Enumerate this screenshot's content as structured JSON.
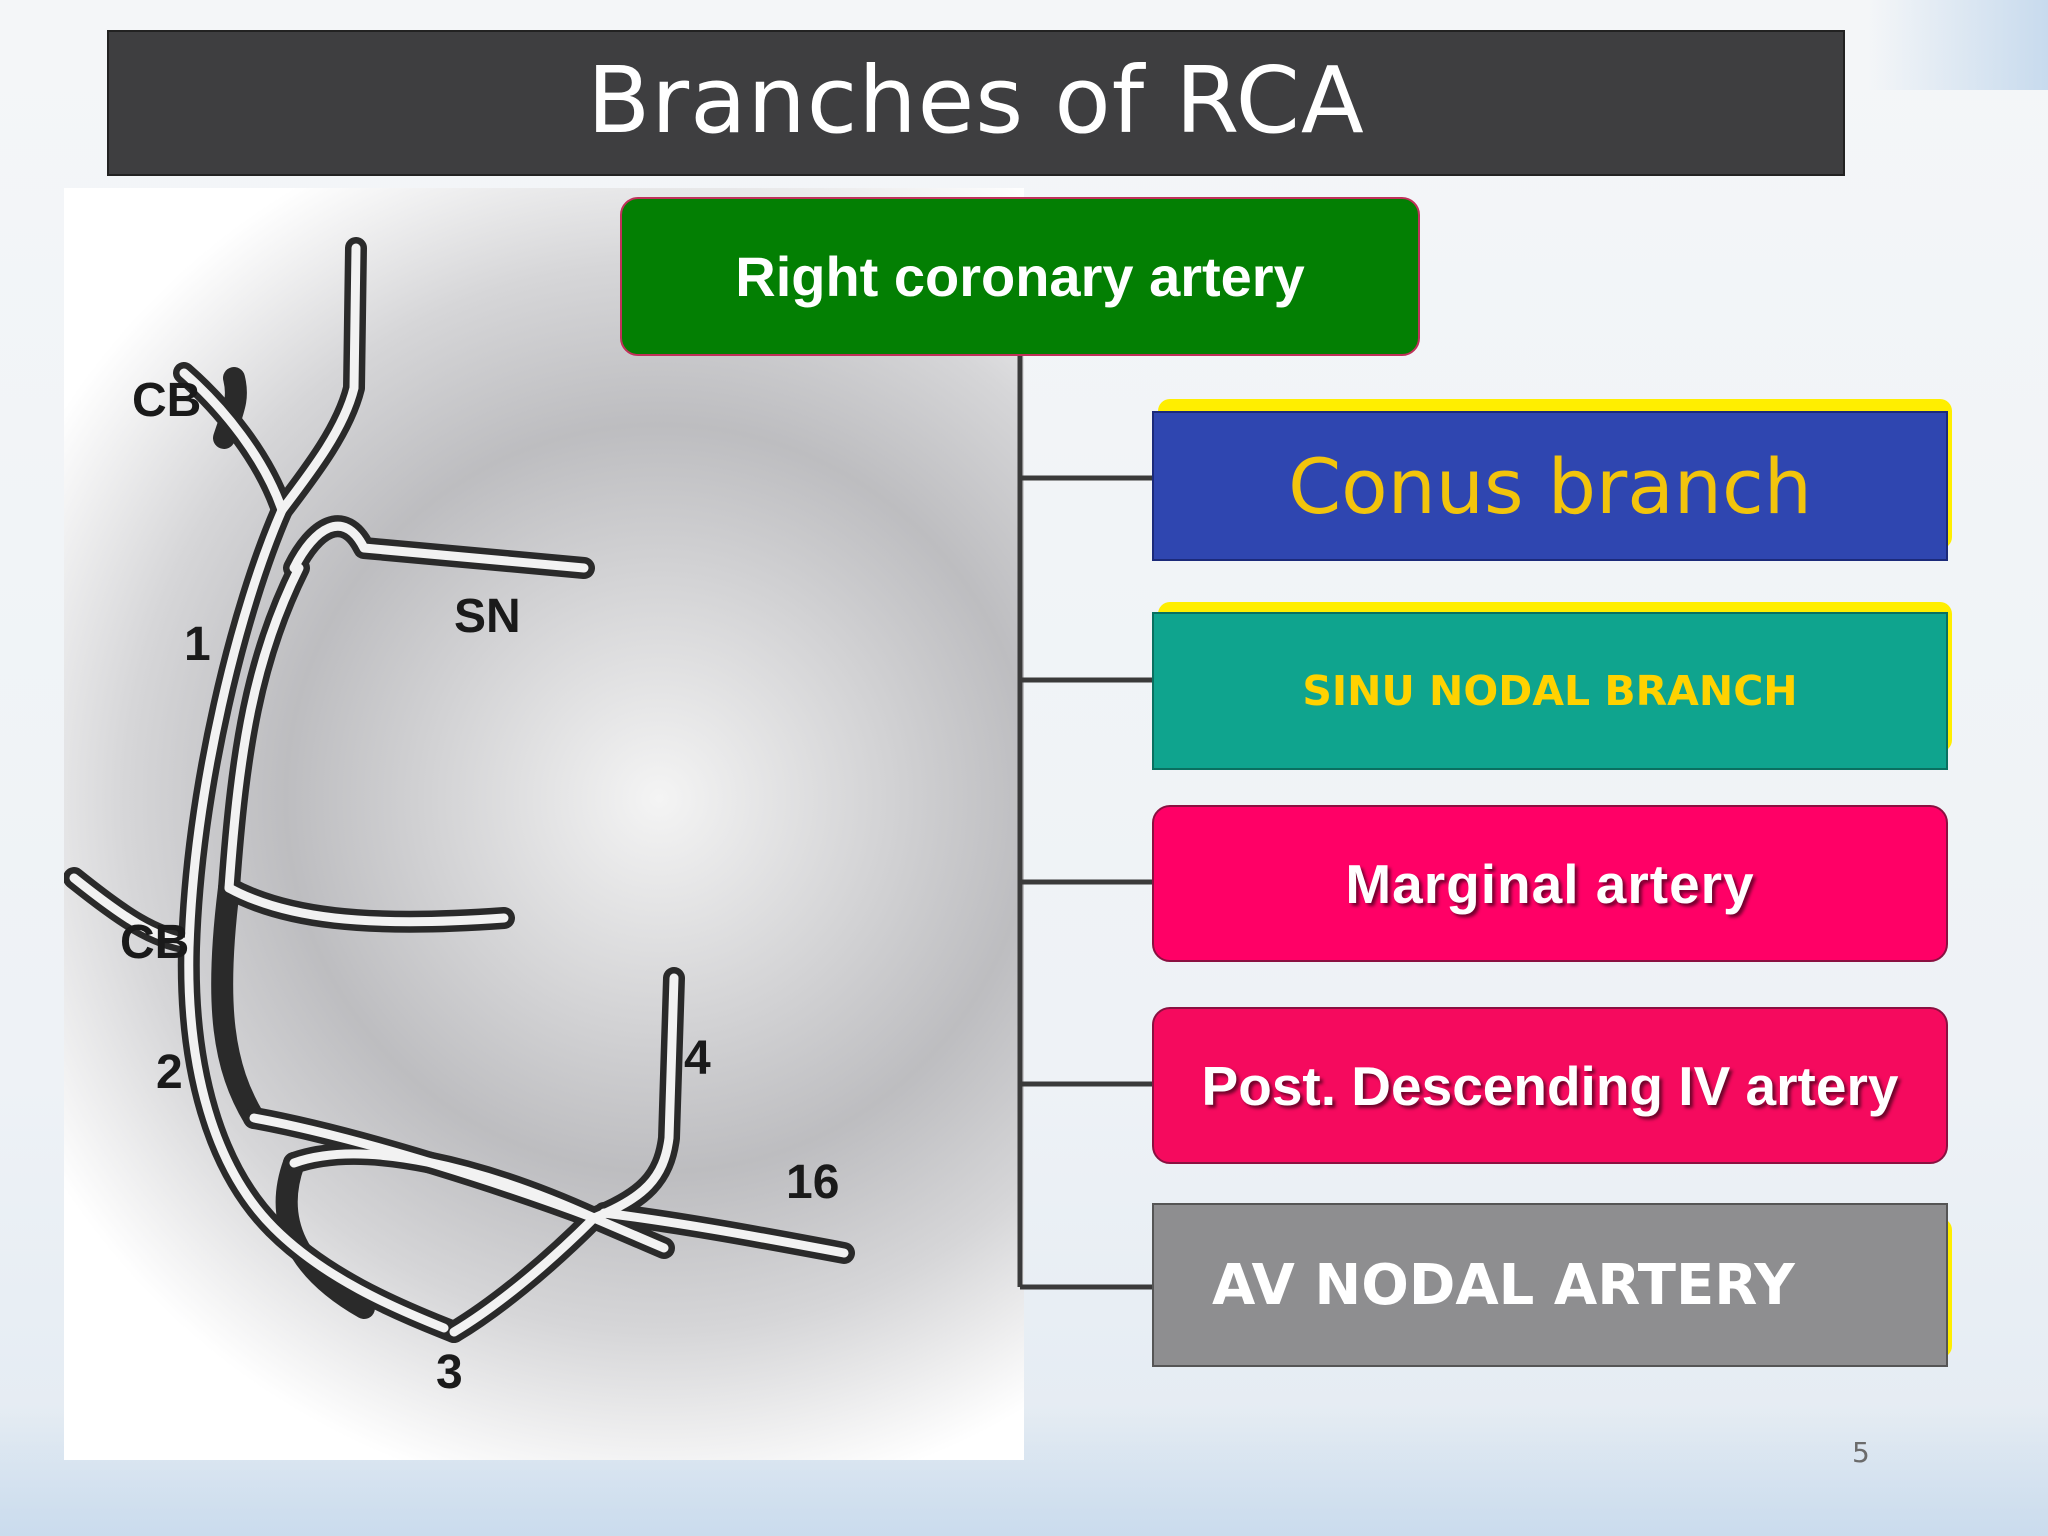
{
  "slide": {
    "title": "Branches of RCA",
    "page_number": "5"
  },
  "diagram": {
    "root": "Right coronary artery",
    "branches": [
      {
        "label": "Conus branch",
        "color": "#2f46b0",
        "text_color": "#f2c40c"
      },
      {
        "label": "SINU NODAL BRANCH",
        "color": "#0fa48e",
        "text_color": "#ffd200"
      },
      {
        "label": "Marginal artery",
        "color": "#ff0066",
        "text_color": "#ffffff"
      },
      {
        "label": "Post. Descending IV artery",
        "color": "#f50a5e",
        "text_color": "#ffffff"
      },
      {
        "label": "AV NODAL ARTERY",
        "color": "#8e8e90",
        "text_color": "#ffffff"
      }
    ]
  },
  "figure": {
    "labels": {
      "cb_top": "CB",
      "sn": "SN",
      "seg1": "1",
      "cb_left": "CB",
      "seg2": "2",
      "seg4": "4",
      "seg16": "16",
      "seg3": "3"
    }
  }
}
